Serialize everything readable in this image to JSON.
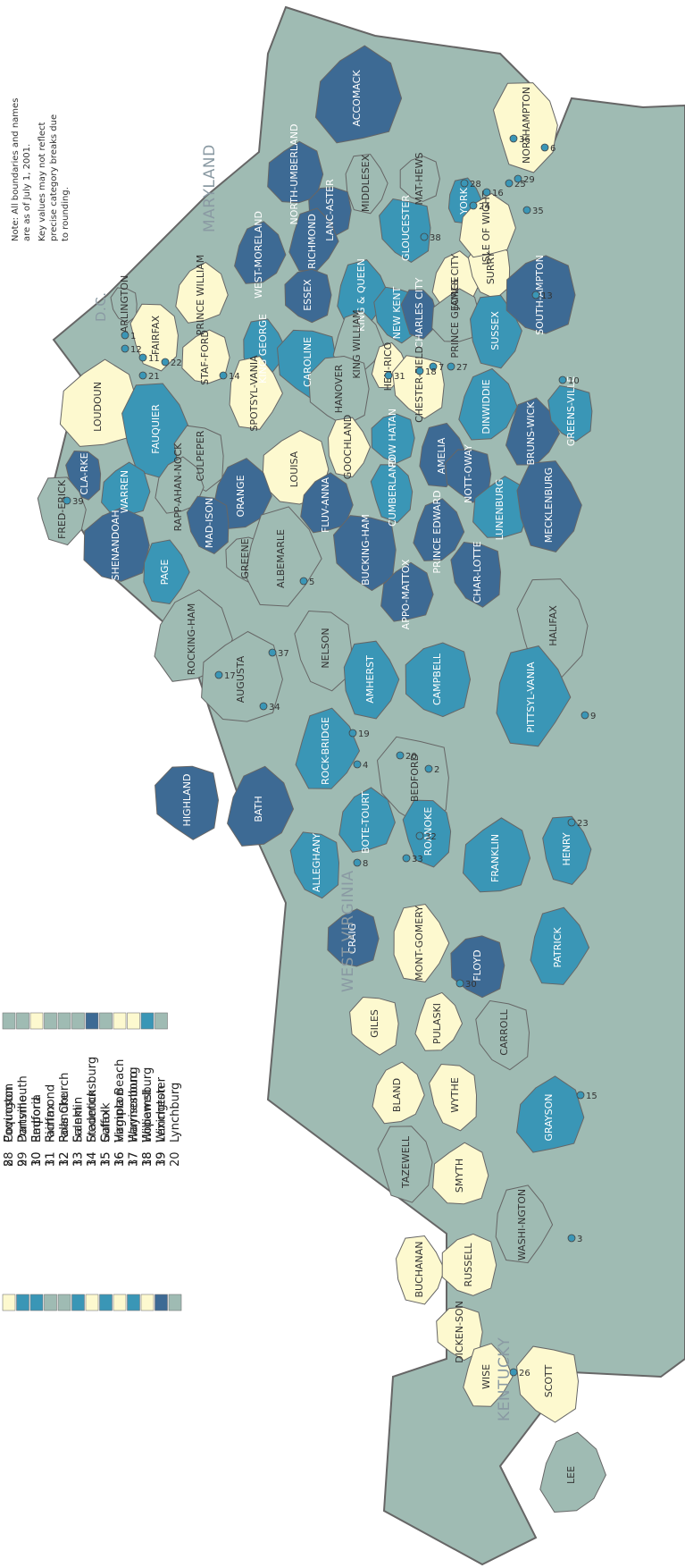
{
  "colors": {
    "dark": "#3d6a94",
    "medium": "#3a96b6",
    "gray": "#9fbbb3",
    "light": "#fdf9cf",
    "border": "#666666"
  },
  "region_labels": {
    "maryland": "MARYLAND",
    "dc": "D.C.",
    "west_virginia": "WEST VIRGINIA",
    "kentucky": "KENTUCKY"
  },
  "note": {
    "line1": "Note: All boundaries and names",
    "line2": "are as of July 1, 2001.",
    "line3": "Key values may not reflect",
    "line4": "precise category breaks due",
    "line5": "to rounding."
  },
  "key_left": [
    {
      "num": "8",
      "name": "Covington",
      "color": "light"
    },
    {
      "num": "9",
      "name": "Danville",
      "color": "medium"
    },
    {
      "num": "10",
      "name": "Emporia",
      "color": "medium"
    },
    {
      "num": "11",
      "name": "Fairfax",
      "color": "gray"
    },
    {
      "num": "12",
      "name": "Falls Church",
      "color": "gray"
    },
    {
      "num": "13",
      "name": "Franklin",
      "color": "medium"
    },
    {
      "num": "14",
      "name": "Fredericksburg",
      "color": "light"
    },
    {
      "num": "15",
      "name": "Galax",
      "color": "medium"
    },
    {
      "num": "16",
      "name": "Hampton",
      "color": "light"
    },
    {
      "num": "17",
      "name": "Harrisonburg",
      "color": "medium"
    },
    {
      "num": "18",
      "name": "Hopewell",
      "color": "light"
    },
    {
      "num": "19",
      "name": "Lexington",
      "color": "dark"
    },
    {
      "num": "20",
      "name": "Lynchburg",
      "color": "gray"
    }
  ],
  "key_right": [
    {
      "num": "28",
      "name": "Poquoson",
      "color": "gray"
    },
    {
      "num": "29",
      "name": "Portsmouth",
      "color": "gray"
    },
    {
      "num": "30",
      "name": "Radford",
      "color": "light"
    },
    {
      "num": "31",
      "name": "Richmond",
      "color": "gray"
    },
    {
      "num": "32",
      "name": "Roanoke",
      "color": "gray"
    },
    {
      "num": "33",
      "name": "Salem",
      "color": "gray"
    },
    {
      "num": "34",
      "name": "Staunton",
      "color": "dark"
    },
    {
      "num": "35",
      "name": "Suffolk",
      "color": "gray"
    },
    {
      "num": "36",
      "name": "Virginia Beach",
      "color": "light"
    },
    {
      "num": "37",
      "name": "Waynesboro",
      "color": "light"
    },
    {
      "num": "38",
      "name": "Williamsburg",
      "color": "medium"
    },
    {
      "num": "39",
      "name": "Winchester",
      "color": "gray"
    }
  ],
  "counties": [
    {
      "id": "accomack",
      "label": "ACCOMACK",
      "color": "dark"
    },
    {
      "id": "northampton",
      "label": "NORTHAMPTON",
      "color": "light"
    },
    {
      "id": "north-umberland",
      "label": "NORTH-UMBERLAND",
      "color": "dark"
    },
    {
      "id": "middlesex",
      "label": "MIDDLESEX",
      "color": "gray"
    },
    {
      "id": "mathews",
      "label": "MAT-HEWS",
      "color": "gray"
    },
    {
      "id": "york",
      "label": "YORK",
      "color": "medium"
    },
    {
      "id": "lancaster",
      "label": "LANC-ASTER",
      "color": "dark"
    },
    {
      "id": "richmond-co",
      "label": "RICHMOND",
      "color": "dark"
    },
    {
      "id": "gloucester",
      "label": "GLOUCESTER",
      "color": "medium"
    },
    {
      "id": "westmoreland",
      "label": "WEST-MORELAND",
      "color": "dark"
    },
    {
      "id": "arlington",
      "label": "ARLINGTON",
      "color": "gray"
    },
    {
      "id": "prince-william",
      "label": "PRINCE WILLIAM",
      "color": "light"
    },
    {
      "id": "fairfax",
      "label": "FAIRFAX",
      "color": "light"
    },
    {
      "id": "loudoun",
      "label": "LOUDOUN",
      "color": "light"
    },
    {
      "id": "fauquier",
      "label": "FAUQUIER",
      "color": "medium"
    },
    {
      "id": "stafford",
      "label": "STAF-FORD",
      "color": "light"
    },
    {
      "id": "king-george",
      "label": "KING GEORGE",
      "color": "medium"
    },
    {
      "id": "essex",
      "label": "ESSEX",
      "color": "dark"
    },
    {
      "id": "king-queen",
      "label": "KING & QUEEN",
      "color": "medium"
    },
    {
      "id": "caroline",
      "label": "CAROLINE",
      "color": "medium"
    },
    {
      "id": "king-william",
      "label": "KING WILLIAM",
      "color": "gray"
    },
    {
      "id": "new-kent",
      "label": "NEW KENT",
      "color": "medium"
    },
    {
      "id": "james-city",
      "label": "JAMES CITY",
      "color": "light"
    },
    {
      "id": "surry",
      "label": "SURRY",
      "color": "light"
    },
    {
      "id": "isle-of-wight",
      "label": "ISLE OF WIGHT",
      "color": "light"
    },
    {
      "id": "charles-city",
      "label": "CHARLES CITY",
      "color": "dark"
    },
    {
      "id": "prince-george",
      "label": "PRINCE GEORGE",
      "color": "gray"
    },
    {
      "id": "sussex",
      "label": "SUSSEX",
      "color": "medium"
    },
    {
      "id": "southampton",
      "label": "SOUTH-AMPTON",
      "color": "dark"
    },
    {
      "id": "spotsylvania",
      "label": "SPOTSYL-VANIA",
      "color": "light"
    },
    {
      "id": "hanover",
      "label": "HANOVER",
      "color": "gray"
    },
    {
      "id": "henrico",
      "label": "HEN-RICO",
      "color": "light"
    },
    {
      "id": "chesterfield",
      "label": "CHESTER-FIELD",
      "color": "light"
    },
    {
      "id": "dinwiddie",
      "label": "DINWIDDIE",
      "color": "medium"
    },
    {
      "id": "culpeper",
      "label": "CULPEPER",
      "color": "gray"
    },
    {
      "id": "rappahannock",
      "label": "RAPP-AHAN-NOCK",
      "color": "gray"
    },
    {
      "id": "clarke",
      "label": "CLA-RKE",
      "color": "dark"
    },
    {
      "id": "warren",
      "label": "WARREN",
      "color": "medium"
    },
    {
      "id": "frederick",
      "label": "FRED-ERICK",
      "color": "gray"
    },
    {
      "id": "louisa",
      "label": "LOUISA",
      "color": "light"
    },
    {
      "id": "goochland",
      "label": "GOOCHLAND",
      "color": "light"
    },
    {
      "id": "powhatan",
      "label": "POW HATAN",
      "color": "medium"
    },
    {
      "id": "amelia",
      "label": "AMELIA",
      "color": "dark"
    },
    {
      "id": "nottoway",
      "label": "NOTT-OWAY",
      "color": "dark"
    },
    {
      "id": "brunswick",
      "label": "BRUNS-WICK",
      "color": "dark"
    },
    {
      "id": "greensville",
      "label": "GREENS-VILLE",
      "color": "medium"
    },
    {
      "id": "orange",
      "label": "ORANGE",
      "color": "dark"
    },
    {
      "id": "madison",
      "label": "MAD-ISON",
      "color": "dark"
    },
    {
      "id": "fluvanna",
      "label": "FLUV-ANNA",
      "color": "dark"
    },
    {
      "id": "cumberland",
      "label": "CUMBERLAND",
      "color": "medium"
    },
    {
      "id": "lunenburg",
      "label": "LUNENBURG",
      "color": "medium"
    },
    {
      "id": "mecklenburg",
      "label": "MECKLENBURG",
      "color": "dark"
    },
    {
      "id": "shenandoah",
      "label": "SHENANDOAH",
      "color": "dark"
    },
    {
      "id": "page",
      "label": "PAGE",
      "color": "medium"
    },
    {
      "id": "greene",
      "label": "GREENE",
      "color": "gray"
    },
    {
      "id": "albemarle",
      "label": "ALBEMARLE",
      "color": "gray"
    },
    {
      "id": "buckingham",
      "label": "BUCKING-HAM",
      "color": "dark"
    },
    {
      "id": "prince-edward",
      "label": "PRINCE EDWARD",
      "color": "dark"
    },
    {
      "id": "charlotte",
      "label": "CHAR-LOTTE",
      "color": "dark"
    },
    {
      "id": "rockingham",
      "label": "ROCKING-HAM",
      "color": "gray"
    },
    {
      "id": "nelson",
      "label": "NELSON",
      "color": "gray"
    },
    {
      "id": "appomattox",
      "label": "APPO-MATTOX",
      "color": "dark"
    },
    {
      "id": "halifax",
      "label": "HALIFAX",
      "color": "gray"
    },
    {
      "id": "augusta",
      "label": "AUGUSTA",
      "color": "gray"
    },
    {
      "id": "amherst",
      "label": "AMHERST",
      "color": "medium"
    },
    {
      "id": "campbell",
      "label": "CAMPBELL",
      "color": "medium"
    },
    {
      "id": "pittsylvania",
      "label": "PITTSYL-VANIA",
      "color": "medium"
    },
    {
      "id": "highland",
      "label": "HIGHLAND",
      "color": "dark"
    },
    {
      "id": "rockbridge",
      "label": "ROCK-BRIDGE",
      "color": "medium"
    },
    {
      "id": "bedford",
      "label": "BEDFORD",
      "color": "gray"
    },
    {
      "id": "bath",
      "label": "BATH",
      "color": "dark"
    },
    {
      "id": "alleghany",
      "label": "ALLEGHANY",
      "color": "medium"
    },
    {
      "id": "botetourt",
      "label": "BOTE-TOURT",
      "color": "medium"
    },
    {
      "id": "roanoke-co",
      "label": "ROANOKE",
      "color": "medium"
    },
    {
      "id": "franklin",
      "label": "FRANKLIN",
      "color": "medium"
    },
    {
      "id": "henry",
      "label": "HENRY",
      "color": "medium"
    },
    {
      "id": "craig",
      "label": "CRAIG",
      "color": "dark"
    },
    {
      "id": "montgomery",
      "label": "MONT-GOMERY",
      "color": "light"
    },
    {
      "id": "floyd",
      "label": "FLOYD",
      "color": "dark"
    },
    {
      "id": "patrick",
      "label": "PATRICK",
      "color": "medium"
    },
    {
      "id": "giles",
      "label": "GILES",
      "color": "light"
    },
    {
      "id": "pulaski",
      "label": "PULASKI",
      "color": "light"
    },
    {
      "id": "carroll",
      "label": "CARROLL",
      "color": "gray"
    },
    {
      "id": "bland",
      "label": "BLAND",
      "color": "light"
    },
    {
      "id": "wythe",
      "label": "WYTHE",
      "color": "light"
    },
    {
      "id": "grayson",
      "label": "GRAYSON",
      "color": "medium"
    },
    {
      "id": "tazewell",
      "label": "TAZEWELL",
      "color": "gray"
    },
    {
      "id": "smyth",
      "label": "SMYTH",
      "color": "light"
    },
    {
      "id": "buchanan",
      "label": "BUCHANAN",
      "color": "light"
    },
    {
      "id": "russell",
      "label": "RUSSELL",
      "color": "light"
    },
    {
      "id": "washington",
      "label": "WASHI-NGTON",
      "color": "gray"
    },
    {
      "id": "dickenson",
      "label": "DICKEN-SON",
      "color": "light"
    },
    {
      "id": "wise",
      "label": "WISE",
      "color": "light"
    },
    {
      "id": "scott",
      "label": "SCOTT",
      "color": "light"
    },
    {
      "id": "lee",
      "label": "LEE",
      "color": "gray"
    }
  ],
  "cities": [
    {
      "num": "1"
    },
    {
      "num": "2"
    },
    {
      "num": "3"
    },
    {
      "num": "4"
    },
    {
      "num": "5"
    },
    {
      "num": "6"
    },
    {
      "num": "7"
    },
    {
      "num": "8"
    },
    {
      "num": "9"
    },
    {
      "num": "10"
    },
    {
      "num": "11"
    },
    {
      "num": "12"
    },
    {
      "num": "13"
    },
    {
      "num": "14"
    },
    {
      "num": "15"
    },
    {
      "num": "16"
    },
    {
      "num": "17"
    },
    {
      "num": "18"
    },
    {
      "num": "19"
    },
    {
      "num": "20"
    },
    {
      "num": "21"
    },
    {
      "num": "22"
    },
    {
      "num": "23"
    },
    {
      "num": "24"
    },
    {
      "num": "25"
    },
    {
      "num": "26"
    },
    {
      "num": "27"
    },
    {
      "num": "28"
    },
    {
      "num": "29"
    },
    {
      "num": "30"
    },
    {
      "num": "31"
    },
    {
      "num": "32"
    },
    {
      "num": "33"
    },
    {
      "num": "34"
    },
    {
      "num": "35"
    },
    {
      "num": "36"
    },
    {
      "num": "37"
    },
    {
      "num": "38"
    },
    {
      "num": "39"
    }
  ]
}
